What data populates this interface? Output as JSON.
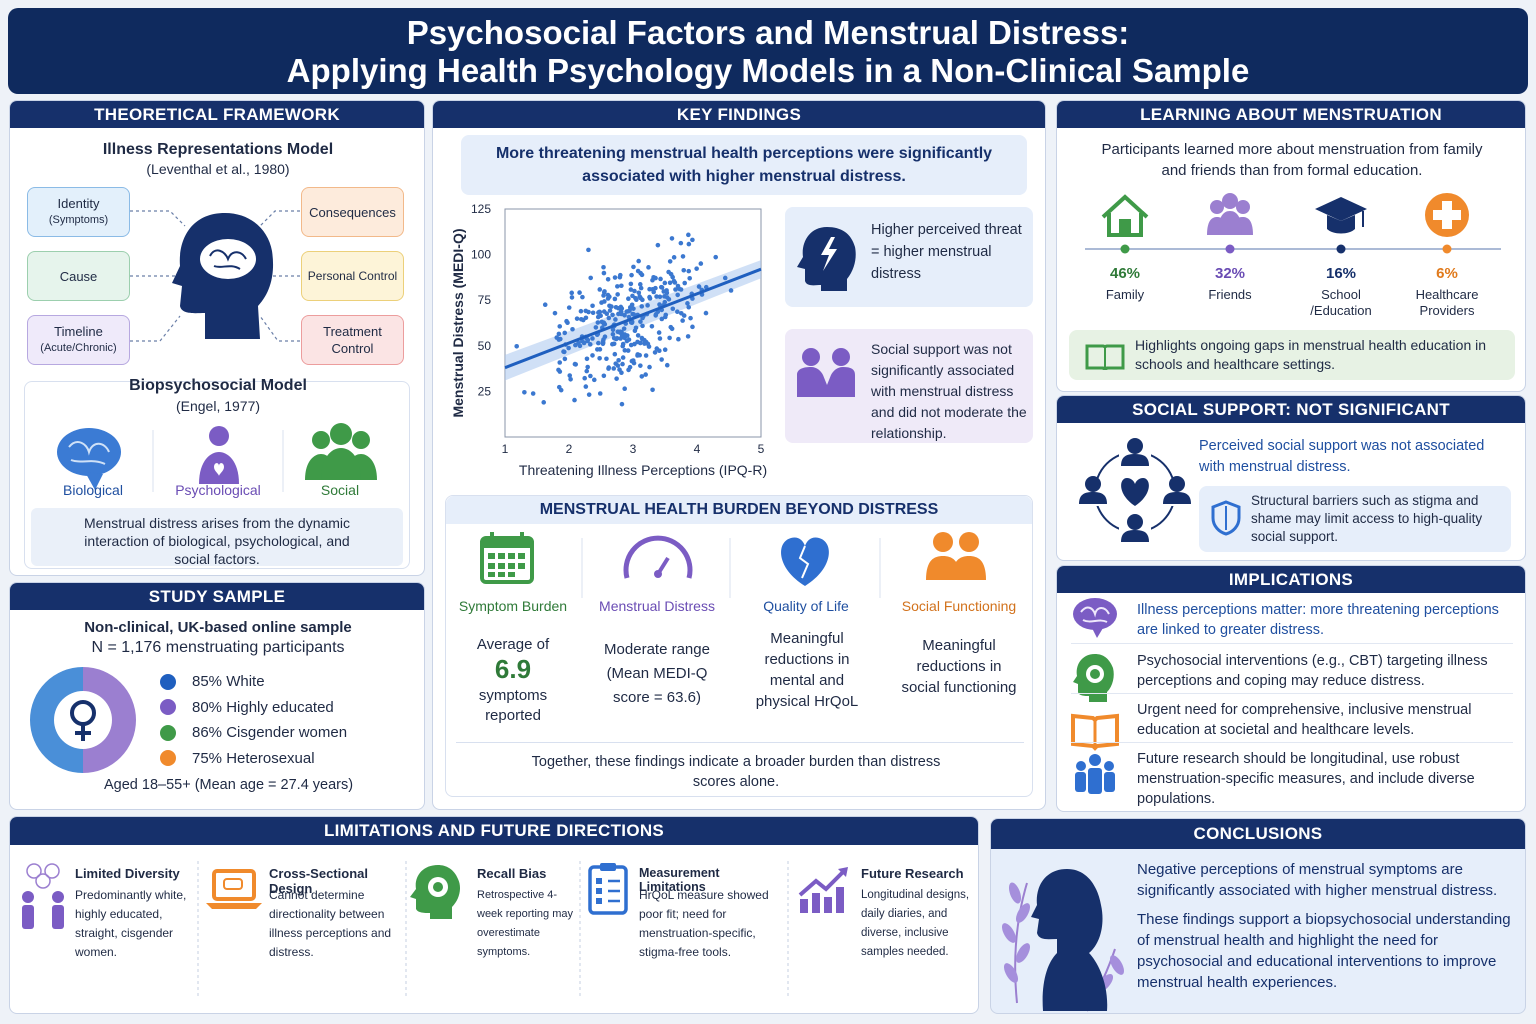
{
  "title": {
    "line1": "Psychosocial Factors and Menstrual Distress:",
    "line2": "Applying Health Psychology Models in a Non-Clinical Sample"
  },
  "framework": {
    "header": "THEORETICAL FRAMEWORK",
    "irm_title": "Illness Representations Model",
    "irm_cite": "(Leventhal et al., 1980)",
    "left": [
      {
        "l1": "Identity",
        "l2": "(Symptoms)"
      },
      {
        "l1": "Cause",
        "l2": ""
      },
      {
        "l1": "Timeline",
        "l2": "(Acute/Chronic)"
      }
    ],
    "right": [
      {
        "l1": "Consequences",
        "l2": ""
      },
      {
        "l1": "Personal Control",
        "l2": ""
      },
      {
        "l1": "Treatment",
        "l2": "Control"
      }
    ],
    "bps_title": "Biopsychosocial Model",
    "bps_cite": "(Engel, 1977)",
    "bps_items": [
      "Biological",
      "Psychological",
      "Social"
    ],
    "bps_text": "Menstrual distress arises from the dynamic interaction of biological, psychological, and social factors."
  },
  "sample": {
    "header": "STUDY SAMPLE",
    "line1": "Non-clinical, UK-based online sample",
    "line2": "N = 1,176 menstruating participants",
    "items": [
      {
        "text": "85% White",
        "color": "#1f5fbf"
      },
      {
        "text": "80% Highly educated",
        "color": "#7b5cc4"
      },
      {
        "text": "86% Cisgender women",
        "color": "#3f9a48"
      },
      {
        "text": "75% Heterosexual",
        "color": "#f08a2c"
      }
    ],
    "donut": {
      "blue_fraction": 0.5
    },
    "age": "Aged 18–55+ (Mean age = 27.4 years)"
  },
  "findings": {
    "header": "KEY FINDINGS",
    "banner": "More threatening menstrual health perceptions were significantly associated with higher menstrual distress.",
    "card1": "Higher perceived threat = higher menstrual distress",
    "card2": "Social support was not significantly associated with menstrual distress and did not moderate the relationship."
  },
  "chart_data": {
    "type": "scatter",
    "xlabel": "Threatening Illness Perceptions (IPQ-R)",
    "ylabel": "Menstrual Distress (MEDI-Q)",
    "xlim": [
      1,
      5
    ],
    "ylim": [
      0,
      125
    ],
    "xticks": [
      1,
      2,
      3,
      4,
      5
    ],
    "yticks": [
      25,
      50,
      75,
      100,
      125
    ],
    "trend": {
      "x": [
        1,
        5
      ],
      "y": [
        38,
        92
      ]
    },
    "n_points": 330,
    "grid": false
  },
  "burden": {
    "header": "MENSTRUAL HEALTH BURDEN BEYOND DISTRESS",
    "items": [
      {
        "title": "Symptom Burden",
        "color": "#3f9a48",
        "pre": "Average of",
        "big": "6.9",
        "post": "symptoms reported"
      },
      {
        "title": "Menstrual Distress",
        "color": "#7b5cc4",
        "pre": "",
        "big": "",
        "post": "Moderate range (Mean MEDI-Q score = 63.6)"
      },
      {
        "title": "Quality of Life",
        "color": "#1f5fbf",
        "pre": "",
        "big": "",
        "post": "Meaningful reductions in mental and physical HrQoL"
      },
      {
        "title": "Social Functioning",
        "color": "#f08a2c",
        "pre": "",
        "big": "",
        "post": "Meaningful reductions in social functioning"
      }
    ],
    "footer": "Together, these findings indicate a broader burden than distress scores alone."
  },
  "learning": {
    "header": "LEARNING ABOUT MENSTRUATION",
    "intro": "Participants learned more about menstruation from family and friends than from formal education.",
    "items": [
      {
        "pct": "46%",
        "label": "Family",
        "color": "#3f9a48"
      },
      {
        "pct": "32%",
        "label": "Friends",
        "color": "#7b5cc4"
      },
      {
        "pct": "16%",
        "label": "School /Education",
        "color": "#16306b"
      },
      {
        "pct": "6%",
        "label": "Healthcare Providers",
        "color": "#f08a2c"
      }
    ],
    "note": "Highlights ongoing gaps in menstrual health education in schools and healthcare settings."
  },
  "support": {
    "header": "SOCIAL SUPPORT: NOT SIGNIFICANT",
    "text": "Perceived social support was not associated with menstrual distress.",
    "note": "Structural barriers such as stigma and shame may limit access to high-quality social support."
  },
  "implications": {
    "header": "IMPLICATIONS",
    "items": [
      "Illness perceptions matter: more threatening perceptions are linked to greater distress.",
      "Psychosocial interventions (e.g., CBT) targeting illness perceptions and coping may reduce distress.",
      "Urgent need for comprehensive, inclusive menstrual education at societal and healthcare levels.",
      "Future research should be longitudinal, use robust menstruation-specific measures, and include diverse populations."
    ]
  },
  "limitations": {
    "header": "LIMITATIONS AND FUTURE DIRECTIONS",
    "items": [
      {
        "title": "Limited Diversity",
        "text": "Predominantly white, highly educated, straight, cisgender women."
      },
      {
        "title": "Cross-Sectional Design",
        "text": "Cannot determine directionality between illness perceptions and distress."
      },
      {
        "title": "Recall Bias",
        "text": "Retrospective 4-week reporting may overestimate symptoms."
      },
      {
        "title": "Measurement Limitations",
        "text": "HrQoL measure showed poor fit; need for menstruation-specific, stigma-free tools."
      },
      {
        "title": "Future Research",
        "text": "Longitudinal designs, daily diaries, and diverse, inclusive samples needed."
      }
    ]
  },
  "conclusions": {
    "header": "CONCLUSIONS",
    "p1": "Negative perceptions of menstrual symptoms are significantly associated with higher menstrual distress.",
    "p2": "These findings support a biopsychosocial understanding of menstrual health and highlight the need for psychosocial and educational interventions to improve menstrual health experiences."
  }
}
